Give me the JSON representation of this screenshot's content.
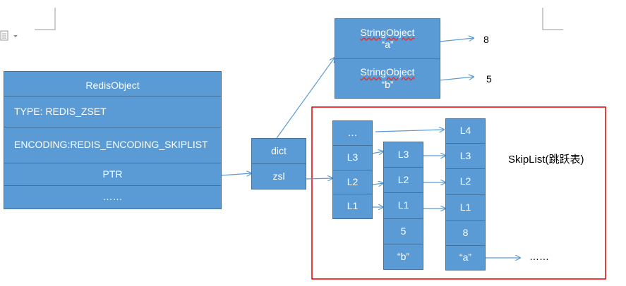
{
  "redis_object": {
    "title": "RedisObject",
    "rows": [
      "TYPE:  REDIS_ZSET",
      "ENCODING:REDIS_ENCODING_SKIPLIST",
      "PTR",
      "……"
    ]
  },
  "zset": {
    "dict": "dict",
    "zsl": "zsl"
  },
  "string_objects": [
    {
      "name": "StringObject",
      "value": "“a”",
      "score": "8"
    },
    {
      "name": "StringObject",
      "value": "“b”",
      "score": "5"
    }
  ],
  "skiplist": {
    "label": "SkipList(跳跃表)",
    "col1": [
      "…",
      "L3",
      "L2",
      "L1"
    ],
    "col2": [
      "L3",
      "L2",
      "L1",
      "5",
      "“b”"
    ],
    "col3": [
      "L4",
      "L3",
      "L2",
      "L1",
      "8",
      "“a”"
    ],
    "tail": "……"
  },
  "colors": {
    "box_fill": "#5b9bd5",
    "box_border": "#41719c",
    "frame": "#e00000"
  }
}
